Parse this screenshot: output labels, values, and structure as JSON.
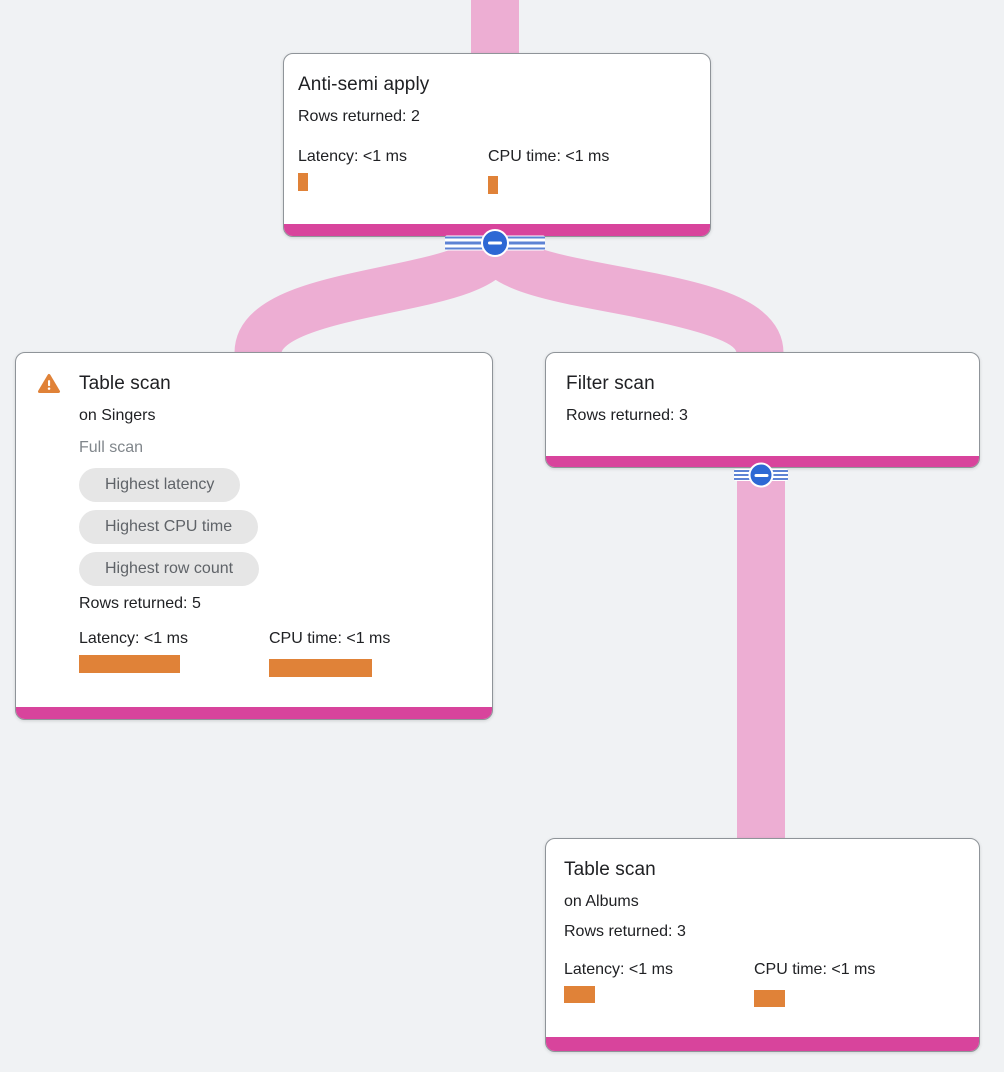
{
  "colors": {
    "canvas_bg": "#f0f2f4",
    "edge_pink": "#edaed3",
    "strip_magenta": "#d8449c",
    "bar_orange": "#e08238",
    "collapse_blue": "#2d68d4",
    "warning_orange": "#e08238",
    "badge_bg": "#e6e6e6"
  },
  "nodes": {
    "anti_semi_apply": {
      "title": "Anti-semi apply",
      "rows_returned": "Rows returned: 2",
      "latency": "Latency: <1 ms",
      "cpu": "CPU time: <1 ms"
    },
    "table_scan_singers": {
      "title": "Table scan",
      "on": "on Singers",
      "scan_type": "Full scan",
      "badges": [
        "Highest latency",
        "Highest CPU time",
        "Highest row count"
      ],
      "rows_returned": "Rows returned: 5",
      "latency": "Latency: <1 ms",
      "cpu": "CPU time: <1 ms"
    },
    "filter_scan": {
      "title": "Filter scan",
      "rows_returned": "Rows returned: 3"
    },
    "table_scan_albums": {
      "title": "Table scan",
      "on": "on Albums",
      "rows_returned": "Rows returned: 3",
      "latency": "Latency: <1 ms",
      "cpu": "CPU time: <1 ms"
    }
  }
}
